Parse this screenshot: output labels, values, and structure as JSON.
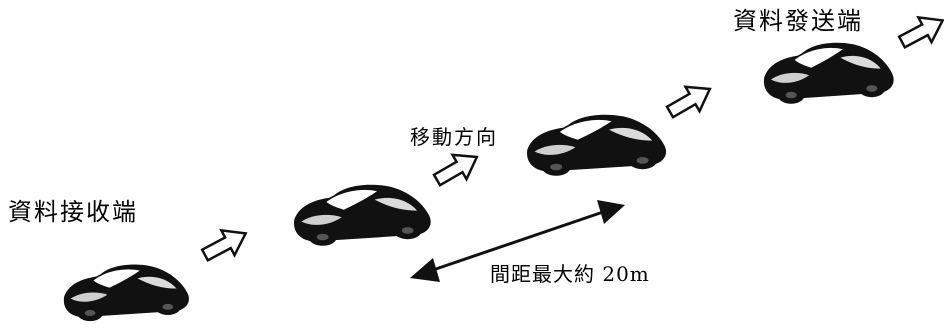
{
  "labels": {
    "receiver": "資料接收端",
    "sender": "資料發送端",
    "direction": "移動方向",
    "distance": "間距最大約 20m"
  },
  "colors": {
    "car_body": "#111111",
    "car_highlight": "#ffffff",
    "arrow_stroke": "#111111",
    "arrow_fill": "#ffffff"
  },
  "icons": {
    "car": "car-icon",
    "movement_arrow": "outline-arrow-icon",
    "distance_arrow": "double-headed-arrow-icon"
  }
}
